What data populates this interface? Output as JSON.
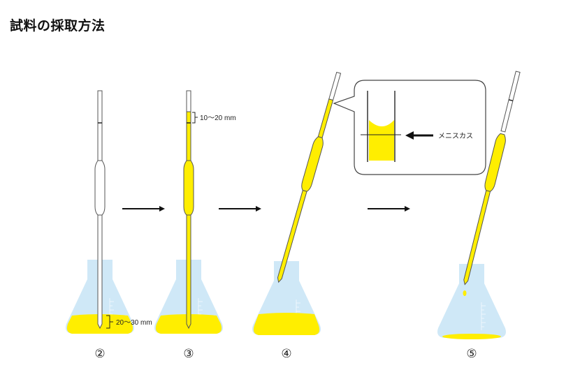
{
  "title": "試料の採取方法",
  "colors": {
    "liquid": "#ffee00",
    "flask": "#cfe8f7",
    "outline": "#333333",
    "arrow": "#111111"
  },
  "annotations": {
    "depth_label": "20～30 mm",
    "headspace_label": "10～20 mm",
    "meniscus_label": "メニスカス"
  },
  "steps": [
    {
      "number": "②",
      "description": "pipette inserted into flask liquid"
    },
    {
      "number": "③",
      "description": "liquid drawn above mark"
    },
    {
      "number": "④",
      "description": "adjust to meniscus mark"
    },
    {
      "number": "⑤",
      "description": "dispense sample"
    }
  ]
}
